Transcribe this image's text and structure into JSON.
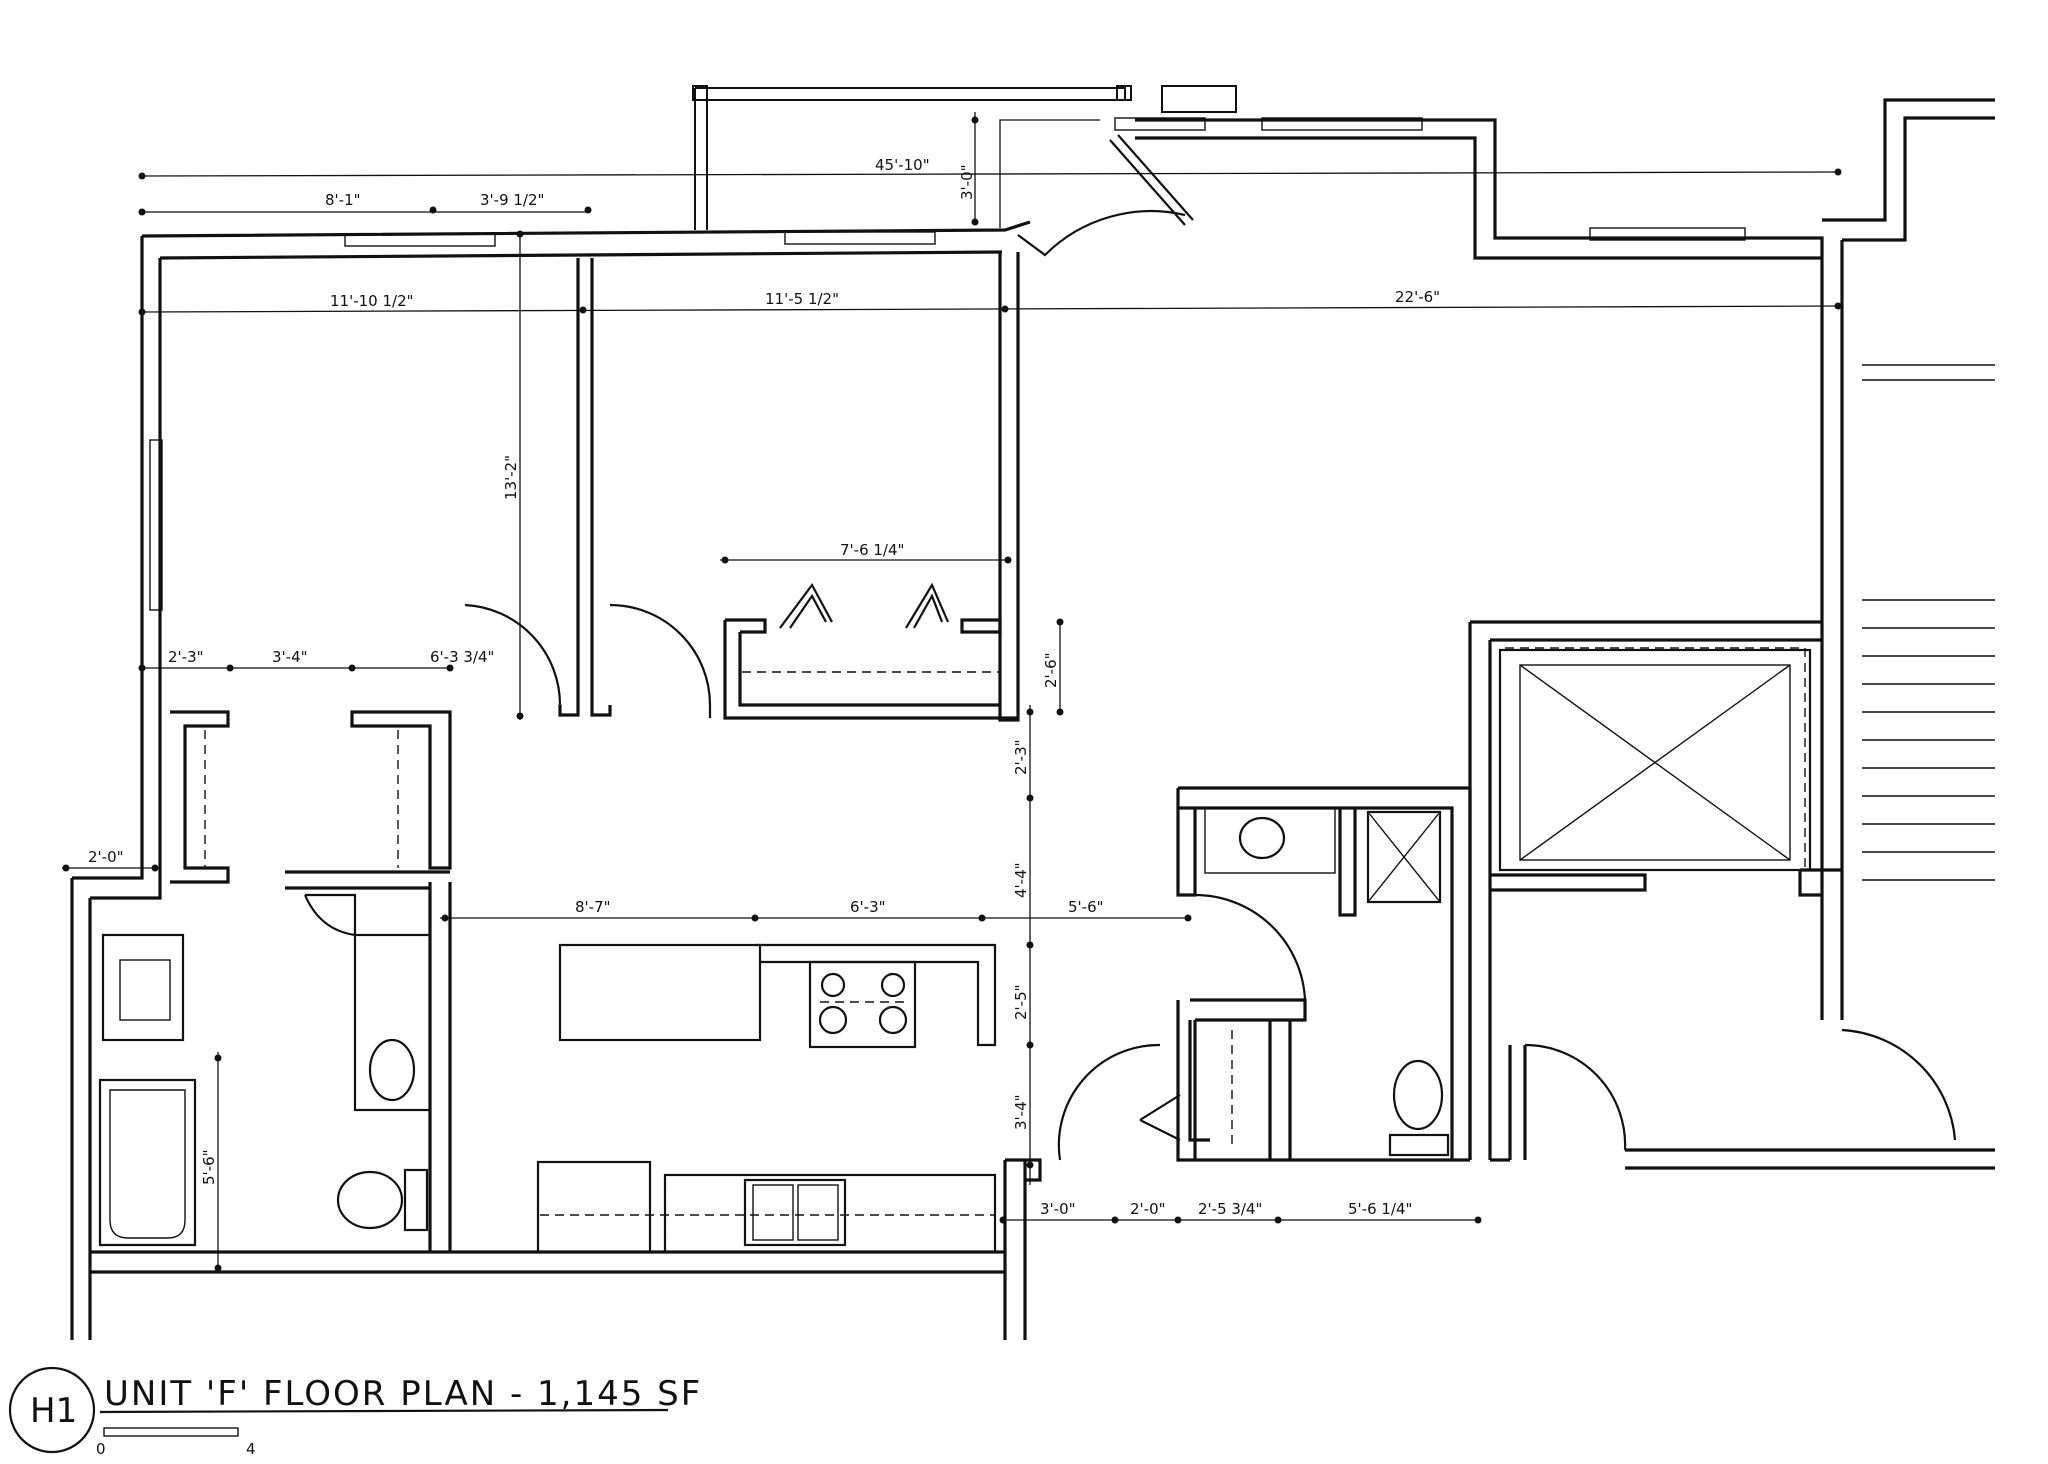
{
  "title": {
    "sheet_id": "H1",
    "text": "UNIT 'F' FLOOR PLAN - 1,145 SF",
    "scale_min": "0",
    "scale_max": "4"
  },
  "dimensions": {
    "overall_width": "45'-10\"",
    "top_left": "8'-1\"",
    "top_window": "3'-9 1/2\"",
    "balcony_depth": "3'-0\"",
    "bed2_width": "11'-10 1/2\"",
    "bed1_width": "11'-5 1/2\"",
    "living_width": "22'-6\"",
    "bed_depth": "13'-2\"",
    "closet_width": "7'-6 1/4\"",
    "closet_depth": "2'-6\"",
    "hall_a": "2'-3\"",
    "hall_b": "3'-4\"",
    "hall_c": "6'-3 3/4\"",
    "entry_offset": "2'-0\"",
    "kitchen_a": "8'-7\"",
    "kitchen_b": "6'-3\"",
    "kitchen_c": "5'-6\"",
    "vert_a": "2'-3\"",
    "vert_b": "4'-4\"",
    "vert_c": "2'-5\"",
    "vert_d": "3'-4\"",
    "bath_depth": "5'-6\"",
    "bottom_a": "3'-0\"",
    "bottom_b": "2'-0\"",
    "bottom_c": "2'-5 3/4\"",
    "bottom_d": "5'-6 1/4\""
  }
}
